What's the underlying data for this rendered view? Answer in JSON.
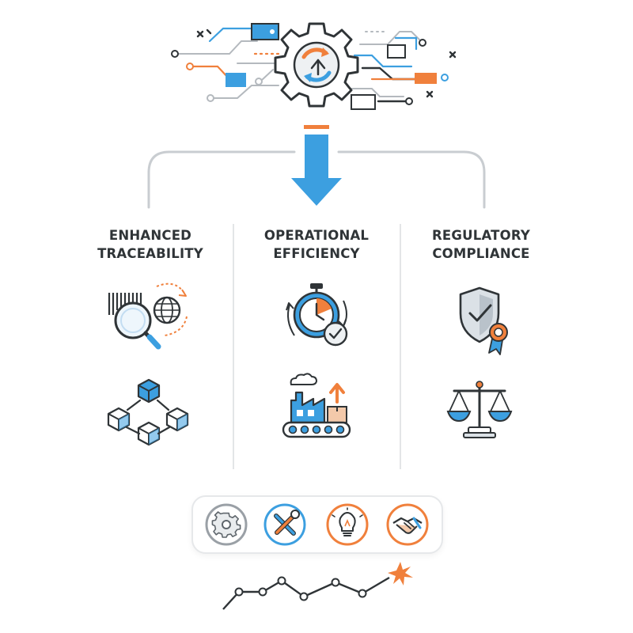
{
  "columns": [
    {
      "title_line1": "ENHANCED",
      "title_line2": "TRACEABILITY"
    },
    {
      "title_line1": "OPERATIONAL",
      "title_line2": "EFFICIENCY"
    },
    {
      "title_line1": "REGULATORY",
      "title_line2": "COMPLIANCE"
    }
  ],
  "colors": {
    "blue": "#3c9fe0",
    "orange": "#f0803c",
    "dark": "#2f3437",
    "gray": "#9aa0a6",
    "light_gray": "#d6d9dc"
  },
  "icons": {
    "hub": "gear-with-cycle-arrows-icon",
    "arrow": "down-arrow-icon",
    "traceability": [
      "barcode-magnifier-globe-icon",
      "blockchain-cubes-icon"
    ],
    "efficiency": [
      "stopwatch-check-icon",
      "factory-conveyor-icon"
    ],
    "compliance": [
      "shield-check-award-icon",
      "balance-scale-icon"
    ],
    "tray": [
      "gear-icon",
      "wrench-screwdriver-icon",
      "lightbulb-icon",
      "handshake-icon"
    ],
    "trend": "rising-line-with-spark-icon"
  }
}
